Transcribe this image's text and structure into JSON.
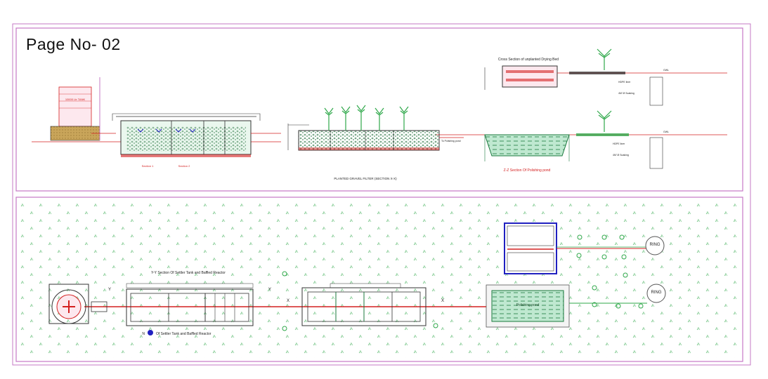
{
  "page": {
    "title": "Page No- 02"
  },
  "top_panel": {
    "tank_label": "10000 Ltr TANK",
    "section1": "Section 1",
    "section2": "Section 2",
    "pgf_title": "PLANTED GRAVEL FILTER (SECTION X-X)",
    "to_polishing": "To Polishing pond",
    "drying_bed_title": "Cross Section of unplanted Drying Bed",
    "hdpe": "HDPE liner",
    "soaking": "4M' Ø Soaking",
    "pond_section_title": "Z-Z Section Of Polishing pond",
    "gwl": "GWL"
  },
  "bottom_panel": {
    "yy_title": "Y-Y Section Of Settler Tank and Baffled Reactor",
    "plan_title": "Of Settler Tank and Baffled Reactor",
    "plan_prefix": "N",
    "polishing_pond": "Polishing pond",
    "ring": "RING",
    "mark_y": "Y",
    "mark_x": "X"
  },
  "colors": {
    "frame": "#c678c6",
    "pipe": "#d42020",
    "water": "#1b7a3e",
    "vegetation": "#2fa84a",
    "blue": "#2020c0",
    "gravel": "#1a6b35"
  }
}
